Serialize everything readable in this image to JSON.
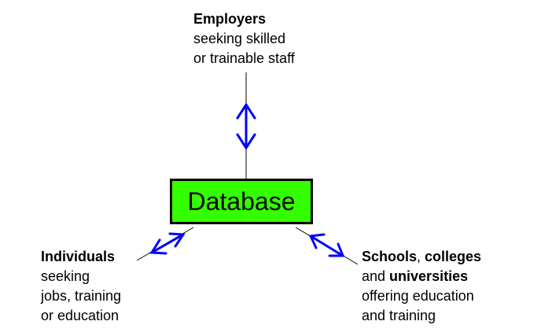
{
  "colors": {
    "database_fill": "#33ff00",
    "arrow": "#0000ff",
    "line": "#000000",
    "background": "#ffffff"
  },
  "database": {
    "label": "Database"
  },
  "employers": {
    "title": "Employers",
    "line1": "seeking skilled",
    "line2": "or trainable staff"
  },
  "individuals": {
    "title": "Individuals",
    "line1": "seeking",
    "line2": "jobs, training",
    "line3": "or education"
  },
  "schools": {
    "title_a": "Schools",
    "title_sep": ", ",
    "title_b": "colleges",
    "line1_a": "and ",
    "line1_b": "universities",
    "line2": "offering education",
    "line3": "and training"
  }
}
